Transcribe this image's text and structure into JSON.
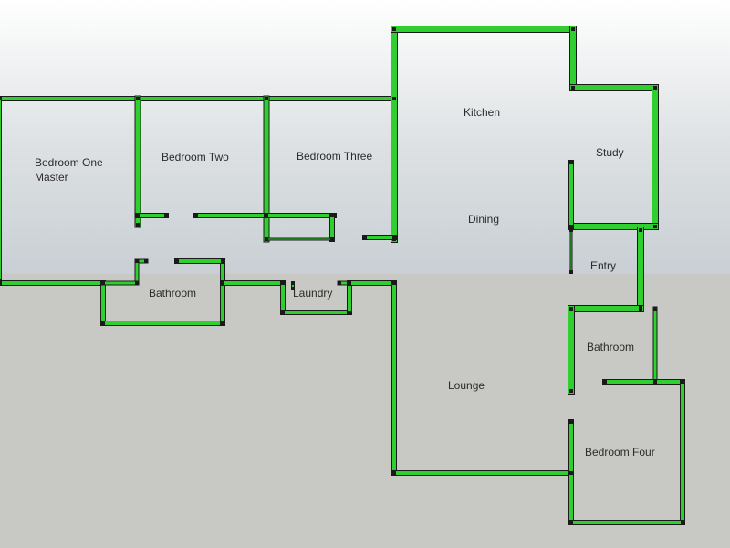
{
  "scene": {
    "sky_top_color": "#ffffff",
    "sky_bottom_color": "#c9cfd4",
    "ground_color": "#c8c9c5",
    "wall_color": "#2fcf2f",
    "wall_edge_color": "#1a1a1a"
  },
  "rooms": {
    "bedroom_one": {
      "line1": "Bedroom One",
      "line2": "Master"
    },
    "bedroom_two": "Bedroom Two",
    "bedroom_three": "Bedroom Three",
    "kitchen": "Kitchen",
    "study": "Study",
    "dining": "Dining",
    "entry": "Entry",
    "bathroom_left": "Bathroom",
    "laundry": "Laundry",
    "bathroom_right": "Bathroom",
    "lounge": "Lounge",
    "bedroom_four": "Bedroom Four"
  }
}
